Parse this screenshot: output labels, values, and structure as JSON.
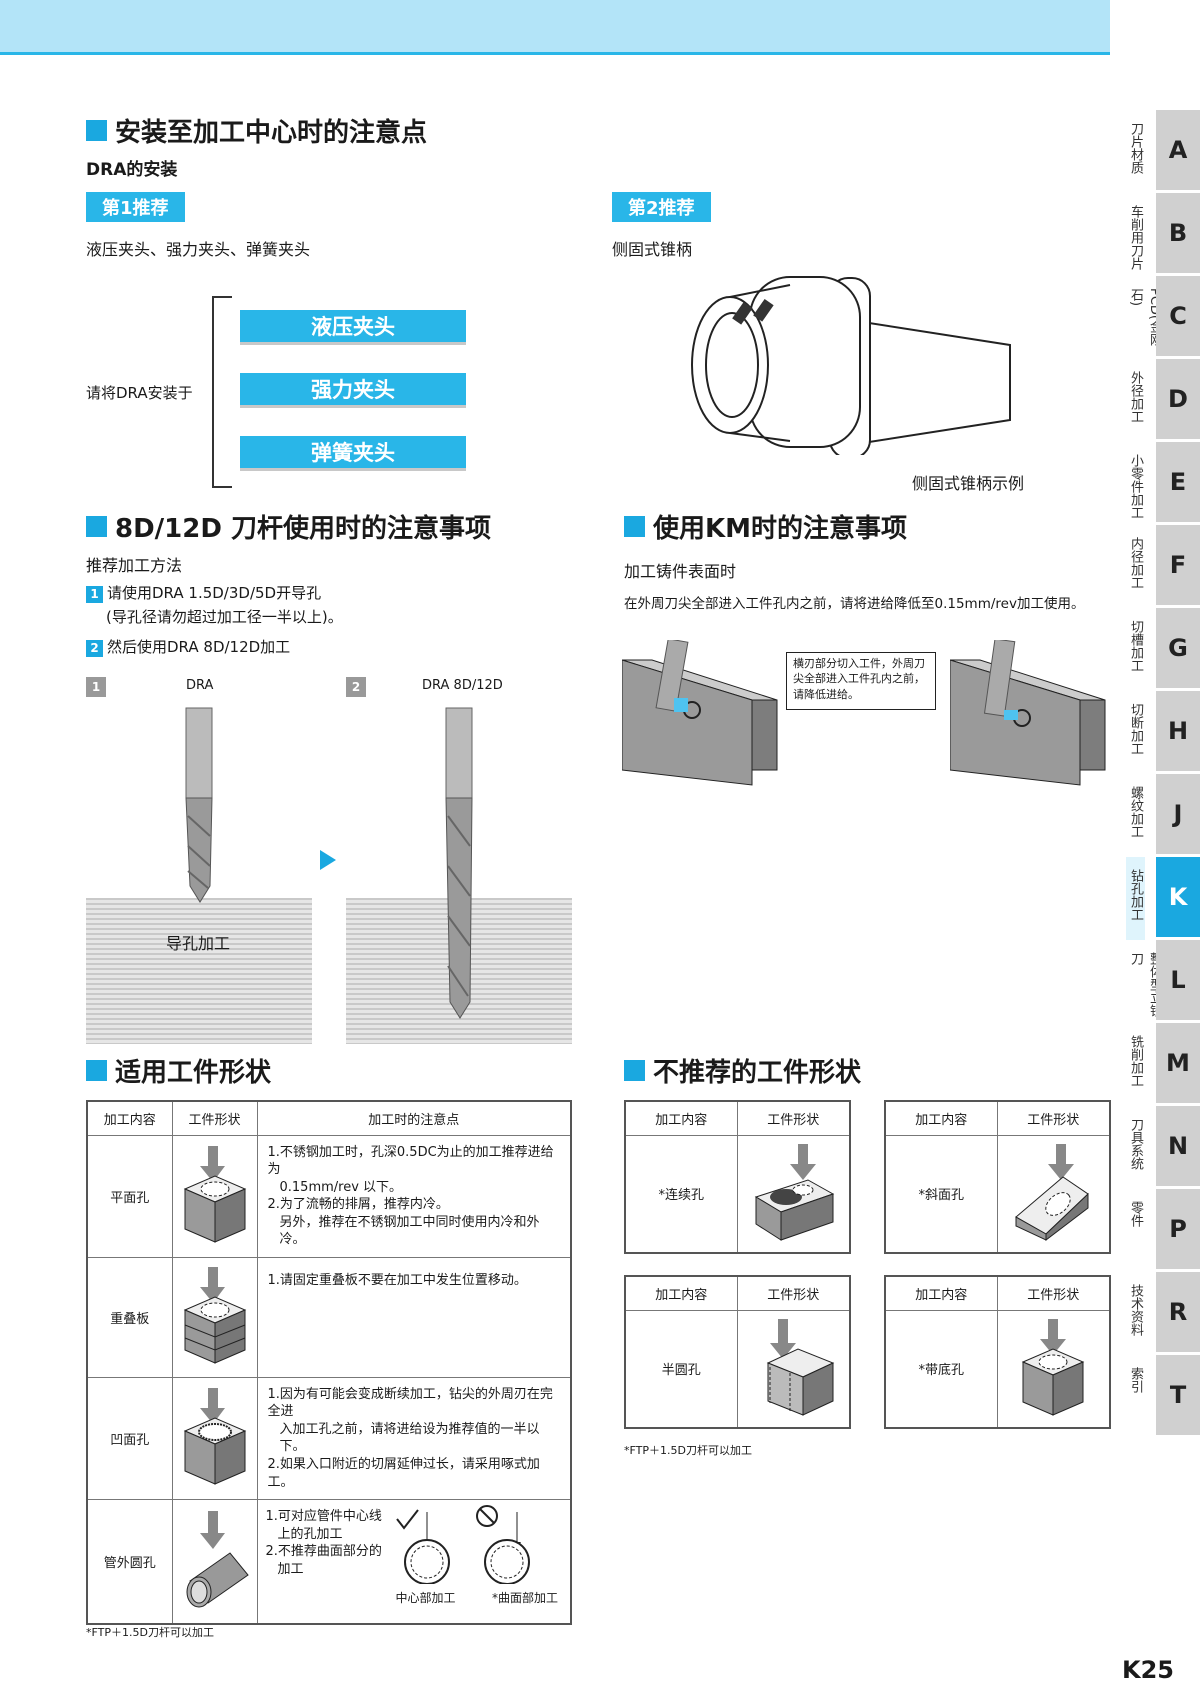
{
  "sec1": {
    "title": "安装至加工中心时的注意点",
    "subtitle": "DRA的安装",
    "rec1": {
      "badge": "第1推荐",
      "text": "液压夹头、强力夹头、弹簧夹头",
      "prompt": "请将DRA安装于",
      "holders": [
        "液压夹头",
        "强力夹头",
        "弹簧夹头"
      ]
    },
    "rec2": {
      "badge": "第2推荐",
      "text": "侧固式锥柄",
      "caption": "侧固式锥柄示例"
    }
  },
  "sec2": {
    "title": "8D/12D 刀杆使用时的注意事项",
    "subtitle": "推荐加工方法",
    "steps": [
      {
        "num": "1",
        "text": "请使用DRA 1.5D/3D/5D开导孔",
        "text2": "(导孔径请勿超过加工径一半以上)。"
      },
      {
        "num": "2",
        "text": "然后使用DRA 8D/12D加工"
      }
    ],
    "fig1": {
      "num": "1",
      "label": "DRA",
      "inner": "导孔加工"
    },
    "fig2": {
      "num": "2",
      "label": "DRA 8D/12D"
    }
  },
  "sec3": {
    "title": "使用KM时的注意事项",
    "subtitle": "加工铸件表面时",
    "text": "在外周刀尖全部进入工件孔内之前，请将进给降低至0.15mm/rev加工使用。",
    "callout": [
      "横刃部分切入工件，外周刀",
      "尖全部进入工件孔内之前，",
      "请降低进给。"
    ]
  },
  "sec4": {
    "title": "适用工件形状",
    "headers": [
      "加工内容",
      "工件形状",
      "加工时的注意点"
    ],
    "rows": [
      {
        "name": "平面孔",
        "notes": [
          "1.不锈钢加工时，孔深0.5DC为止的加工推荐进给为",
          "  0.15mm/rev 以下。",
          "2.为了流畅的排屑，推荐内冷。",
          "  另外，推荐在不锈钢加工中同时使用内冷和外冷。"
        ]
      },
      {
        "name": "重叠板",
        "notes": [
          "1.请固定重叠板不要在加工中发生位置移动。"
        ]
      },
      {
        "name": "凹面孔",
        "notes": [
          "1.因为有可能会变成断续加工，钻尖的外周刃在完全进",
          "  入加工孔之前，请将进给设为推荐值的一半以下。",
          "2.如果入口附近的切屑延伸过长，请采用啄式加工。"
        ]
      },
      {
        "name": "管外圆孔",
        "notes": [
          "1.可对应管件中心线",
          "  上的孔加工",
          "2.不推荐曲面部分的",
          "  加工"
        ],
        "sub1": "中心部加工",
        "sub2": "*曲面部加工"
      }
    ],
    "footnote": "*FTP＋1.5D刀杆可以加工"
  },
  "sec5": {
    "title": "不推荐的工件形状",
    "headers": [
      "加工内容",
      "工件形状"
    ],
    "items": [
      "*连续孔",
      "*斜面孔",
      "半圆孔",
      "*带底孔"
    ],
    "footnote": "*FTP＋1.5D刀杆可以加工"
  },
  "sidebar": [
    {
      "letter": "A",
      "label": "刀片材质"
    },
    {
      "letter": "B",
      "label": "车削用刀片"
    },
    {
      "letter": "C",
      "label": "CBN PCD(金刚石)"
    },
    {
      "letter": "D",
      "label": "外径加工"
    },
    {
      "letter": "E",
      "label": "小零件加工"
    },
    {
      "letter": "F",
      "label": "内径加工"
    },
    {
      "letter": "G",
      "label": "切槽加工"
    },
    {
      "letter": "H",
      "label": "切断加工"
    },
    {
      "letter": "J",
      "label": "螺纹加工"
    },
    {
      "letter": "K",
      "label": "钻孔加工"
    },
    {
      "letter": "L",
      "label": "整体型立铣刀"
    },
    {
      "letter": "M",
      "label": "铣削加工"
    },
    {
      "letter": "N",
      "label": "刀具系统"
    },
    {
      "letter": "P",
      "label": "零件"
    },
    {
      "letter": "R",
      "label": "技术资料"
    },
    {
      "letter": "T",
      "label": "索引"
    }
  ],
  "page": "K25",
  "colors": {
    "accent": "#1aa8e0",
    "topbar": "#b3e4f8"
  }
}
